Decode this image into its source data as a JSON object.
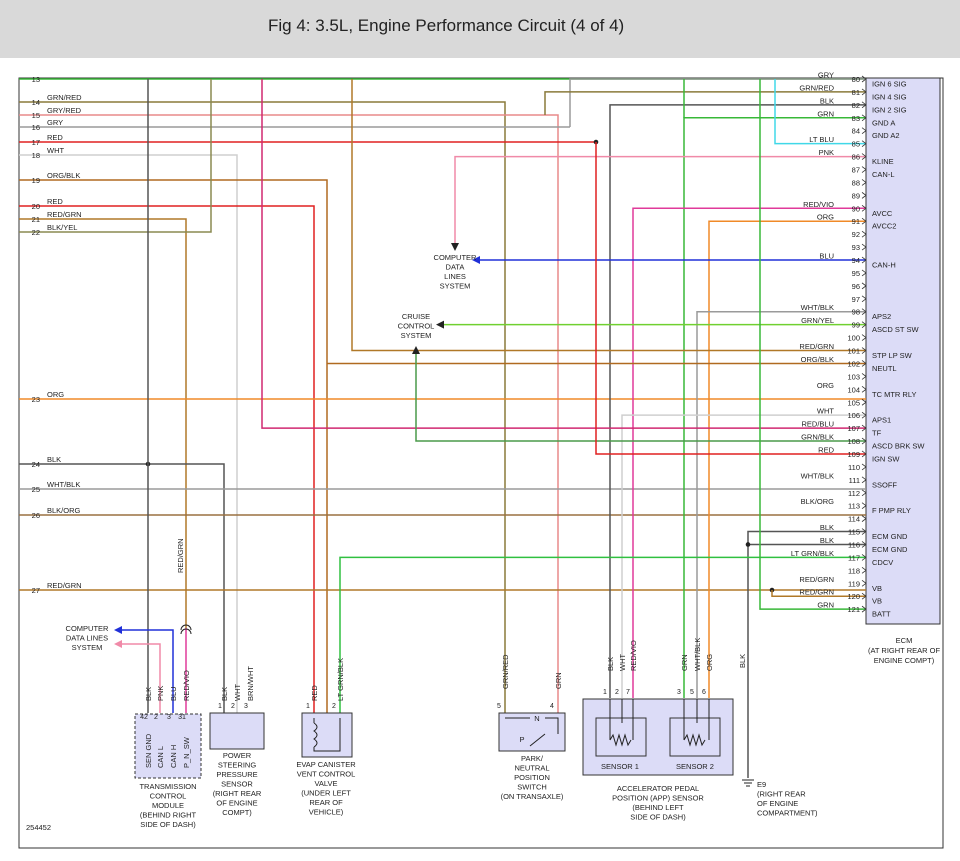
{
  "header": {
    "title": "Fig 4: 3.5L, Engine Performance Circuit (4 of 4)"
  },
  "figure_id": "254452",
  "left_pins": [
    {
      "pin": "13",
      "label": ""
    },
    {
      "pin": "14",
      "label": "GRN/RED"
    },
    {
      "pin": "15",
      "label": "GRY/RED"
    },
    {
      "pin": "16",
      "label": "GRY"
    },
    {
      "pin": "17",
      "label": "RED"
    },
    {
      "pin": "18",
      "label": "WHT"
    },
    {
      "pin": "19",
      "label": "ORG/BLK"
    },
    {
      "pin": "20",
      "label": "RED"
    },
    {
      "pin": "21",
      "label": "RED/GRN"
    },
    {
      "pin": "22",
      "label": "BLK/YEL"
    },
    {
      "pin": "23",
      "label": "ORG"
    },
    {
      "pin": "24",
      "label": "BLK"
    },
    {
      "pin": "25",
      "label": "WHT/BLK"
    },
    {
      "pin": "26",
      "label": "BLK/ORG"
    },
    {
      "pin": "27",
      "label": "RED/GRN"
    }
  ],
  "ecm_pins": [
    {
      "pin": "80",
      "wire": "GRY",
      "sig": "IGN 6 SIG"
    },
    {
      "pin": "81",
      "wire": "GRN/RED",
      "sig": "IGN 4 SIG"
    },
    {
      "pin": "82",
      "wire": "BLK",
      "sig": "IGN 2 SIG"
    },
    {
      "pin": "83",
      "wire": "GRN",
      "sig": "GND A"
    },
    {
      "pin": "84",
      "wire": "",
      "sig": "GND A2"
    },
    {
      "pin": "85",
      "wire": "LT BLU",
      "sig": ""
    },
    {
      "pin": "86",
      "wire": "PNK",
      "sig": "KLINE"
    },
    {
      "pin": "87",
      "wire": "",
      "sig": "CAN-L"
    },
    {
      "pin": "88",
      "wire": "",
      "sig": ""
    },
    {
      "pin": "89",
      "wire": "",
      "sig": ""
    },
    {
      "pin": "90",
      "wire": "RED/VIO",
      "sig": "AVCC"
    },
    {
      "pin": "91",
      "wire": "ORG",
      "sig": "AVCC2"
    },
    {
      "pin": "92",
      "wire": "",
      "sig": ""
    },
    {
      "pin": "93",
      "wire": "",
      "sig": ""
    },
    {
      "pin": "94",
      "wire": "BLU",
      "sig": "CAN-H"
    },
    {
      "pin": "95",
      "wire": "",
      "sig": ""
    },
    {
      "pin": "96",
      "wire": "",
      "sig": ""
    },
    {
      "pin": "97",
      "wire": "",
      "sig": ""
    },
    {
      "pin": "98",
      "wire": "WHT/BLK",
      "sig": "APS2"
    },
    {
      "pin": "99",
      "wire": "GRN/YEL",
      "sig": "ASCD ST SW"
    },
    {
      "pin": "100",
      "wire": "",
      "sig": ""
    },
    {
      "pin": "101",
      "wire": "RED/GRN",
      "sig": "STP LP SW"
    },
    {
      "pin": "102",
      "wire": "ORG/BLK",
      "sig": "NEUTL"
    },
    {
      "pin": "103",
      "wire": "",
      "sig": ""
    },
    {
      "pin": "104",
      "wire": "ORG",
      "sig": "TC MTR RLY"
    },
    {
      "pin": "105",
      "wire": "",
      "sig": ""
    },
    {
      "pin": "106",
      "wire": "WHT",
      "sig": "APS1"
    },
    {
      "pin": "107",
      "wire": "RED/BLU",
      "sig": "TF"
    },
    {
      "pin": "108",
      "wire": "GRN/BLK",
      "sig": "ASCD BRK SW"
    },
    {
      "pin": "109",
      "wire": "RED",
      "sig": "IGN SW"
    },
    {
      "pin": "110",
      "wire": "",
      "sig": ""
    },
    {
      "pin": "111",
      "wire": "WHT/BLK",
      "sig": "SSOFF"
    },
    {
      "pin": "112",
      "wire": "",
      "sig": ""
    },
    {
      "pin": "113",
      "wire": "BLK/ORG",
      "sig": "F PMP RLY"
    },
    {
      "pin": "114",
      "wire": "",
      "sig": ""
    },
    {
      "pin": "115",
      "wire": "BLK",
      "sig": "ECM GND"
    },
    {
      "pin": "116",
      "wire": "BLK",
      "sig": "ECM GND"
    },
    {
      "pin": "117",
      "wire": "LT GRN/BLK",
      "sig": "CDCV"
    },
    {
      "pin": "118",
      "wire": "",
      "sig": ""
    },
    {
      "pin": "119",
      "wire": "RED/GRN",
      "sig": "VB"
    },
    {
      "pin": "120",
      "wire": "RED/GRN",
      "sig": "VB"
    },
    {
      "pin": "121",
      "wire": "GRN",
      "sig": "BATT"
    }
  ],
  "ecm": {
    "lines": [
      "ECM",
      "(AT RIGHT REAR OF",
      "ENGINE COMPT)"
    ]
  },
  "computer_data_lines_mid": {
    "lines": [
      "COMPUTER",
      "DATA",
      "LINES",
      "SYSTEM"
    ]
  },
  "cruise_control": {
    "lines": [
      "CRUISE",
      "CONTROL",
      "SYSTEM"
    ]
  },
  "computer_data_lines_left": {
    "lines": [
      "COMPUTER",
      "DATA LINES",
      "SYSTEM"
    ]
  },
  "tcm": {
    "wires": [
      "BLK",
      "PNK",
      "BLU",
      "RED/VIO"
    ],
    "pins": [
      "42",
      "2",
      "3",
      "31"
    ],
    "signals": [
      "SEN GND",
      "CAN L",
      "CAN H",
      "P_N_SW"
    ],
    "lines": [
      "TRANSMISSION",
      "CONTROL",
      "MODULE",
      "(BEHIND RIGHT",
      "SIDE OF DASH)"
    ],
    "vertical_label": "RED/GRN"
  },
  "ps_sensor": {
    "wires": [
      "BLK",
      "WHT",
      "BRN/WHT"
    ],
    "pins": [
      "1",
      "2",
      "3"
    ],
    "lines": [
      "POWER",
      "STEERING",
      "PRESSURE",
      "SENSOR",
      "(RIGHT REAR",
      "OF ENGINE",
      "COMPT)"
    ]
  },
  "evap": {
    "wires": [
      "RED",
      "LT GRN/BLK"
    ],
    "pins": [
      "1",
      "2"
    ],
    "lines": [
      "EVAP CANISTER",
      "VENT CONTROL",
      "VALVE",
      "(UNDER LEFT",
      "REAR OF",
      "VEHICLE)"
    ]
  },
  "pnp": {
    "wires": [
      "GRN/RED",
      "GRN"
    ],
    "pins": [
      "5",
      "4"
    ],
    "n_label": "N",
    "p_label": "P",
    "lines": [
      "PARK/",
      "NEUTRAL",
      "POSITION",
      "SWITCH",
      "(ON TRANSAXLE)"
    ]
  },
  "app": {
    "wires": [
      "BLK",
      "WHT",
      "RED/VIO",
      "GRN",
      "WHT/BLK",
      "ORG"
    ],
    "pins": [
      "1",
      "2",
      "7",
      "3",
      "5",
      "6"
    ],
    "sensor1": "SENSOR 1",
    "sensor2": "SENSOR 2",
    "lines": [
      "ACCELERATOR PEDAL",
      "POSITION (APP) SENSOR",
      "(BEHIND LEFT",
      "SIDE OF DASH)"
    ]
  },
  "ground": {
    "wire": "BLK",
    "lines": [
      "E9",
      "(RIGHT REAR",
      "OF ENGINE",
      "COMPARTMENT)"
    ]
  },
  "colors": {
    "ecm_fill": "#dcdcf7",
    "header": "#d9d9d9"
  }
}
